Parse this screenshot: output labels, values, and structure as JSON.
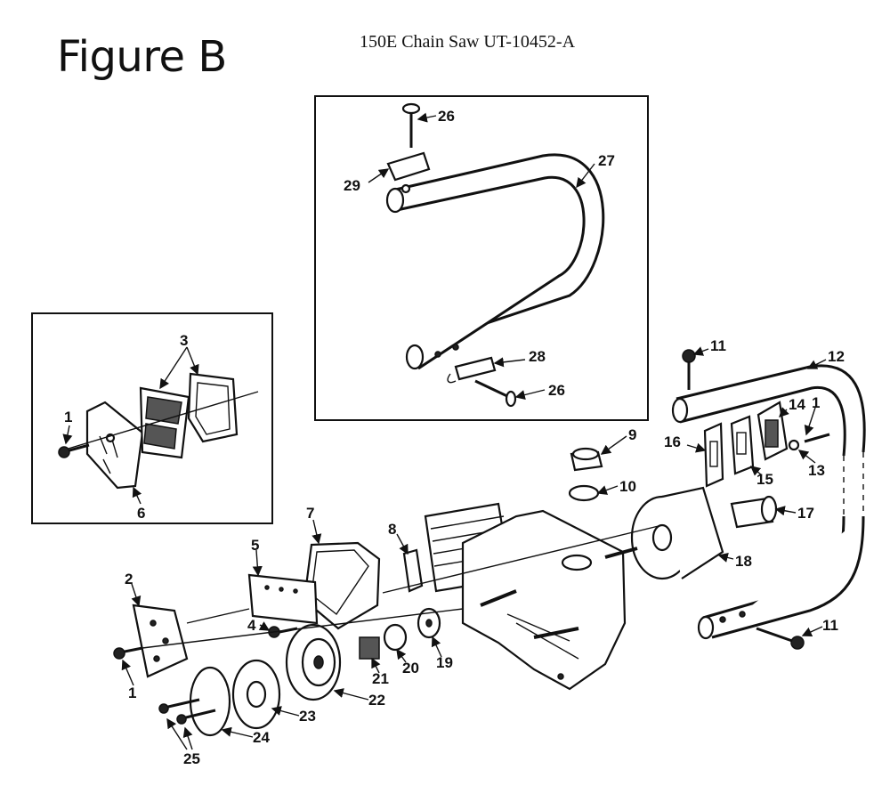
{
  "header": {
    "figure_label": "Figure B",
    "title": "150E Chain Saw UT-10452-A"
  },
  "callouts": [
    "1",
    "1",
    "1",
    "2",
    "3",
    "4",
    "5",
    "6",
    "7",
    "8",
    "9",
    "10",
    "11",
    "11",
    "12",
    "13",
    "14",
    "15",
    "16",
    "17",
    "18",
    "19",
    "20",
    "21",
    "22",
    "23",
    "24",
    "25",
    "26",
    "26",
    "27",
    "28",
    "29"
  ]
}
